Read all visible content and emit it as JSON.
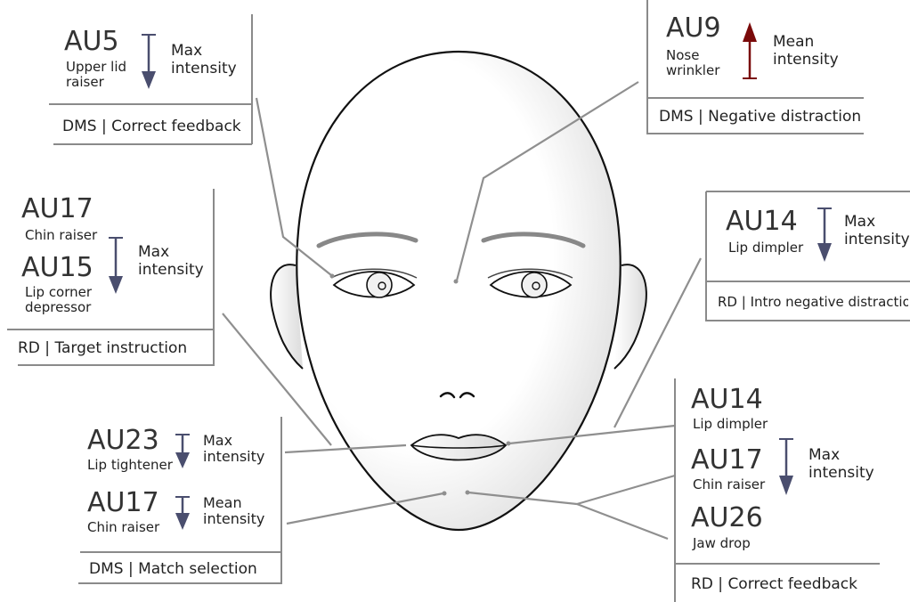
{
  "panels": [
    {
      "id": "top-left",
      "aus": [
        {
          "code": "AU5",
          "desc": "Upper lid\nraiser"
        }
      ],
      "measure": "Max\nintensity",
      "direction": "down",
      "footer": "DMS | Correct feedback"
    },
    {
      "id": "top-right",
      "aus": [
        {
          "code": "AU9",
          "desc": "Nose\nwrinkler"
        }
      ],
      "measure": "Mean\nintensity",
      "direction": "up",
      "footer": "DMS | Negative distraction"
    },
    {
      "id": "mid-left",
      "aus": [
        {
          "code": "AU17",
          "desc": "Chin raiser"
        },
        {
          "code": "AU15",
          "desc": "Lip corner\ndepressor"
        }
      ],
      "measure": "Max\nintensity",
      "direction": "down",
      "footer": "RD | Target instruction"
    },
    {
      "id": "mid-right",
      "aus": [
        {
          "code": "AU14",
          "desc": "Lip dimpler"
        }
      ],
      "measure": "Max\nintensity",
      "direction": "down",
      "footer": "RD | Intro negative distraction"
    },
    {
      "id": "bottom-left",
      "aus": [
        {
          "code": "AU23",
          "desc": "Lip tightener",
          "measure": "Max\nintensity"
        },
        {
          "code": "AU17",
          "desc": "Chin raiser",
          "measure": "Mean\nintensity"
        }
      ],
      "direction": "down",
      "footer": "DMS | Match selection"
    },
    {
      "id": "bottom-right",
      "aus": [
        {
          "code": "AU14",
          "desc": "Lip dimpler"
        },
        {
          "code": "AU17",
          "desc": "Chin raiser"
        },
        {
          "code": "AU26",
          "desc": "Jaw drop"
        }
      ],
      "measure": "Max\nintensity",
      "direction": "down",
      "footer": "RD | Correct feedback"
    }
  ],
  "colors": {
    "decrease_arrow": "#4a4e6e",
    "increase_arrow": "#7a0a0a",
    "frame": "#8a8a8a",
    "leader": "#8f8f8f",
    "face_outline": "#111111",
    "face_shade": "#d6d6d6"
  }
}
